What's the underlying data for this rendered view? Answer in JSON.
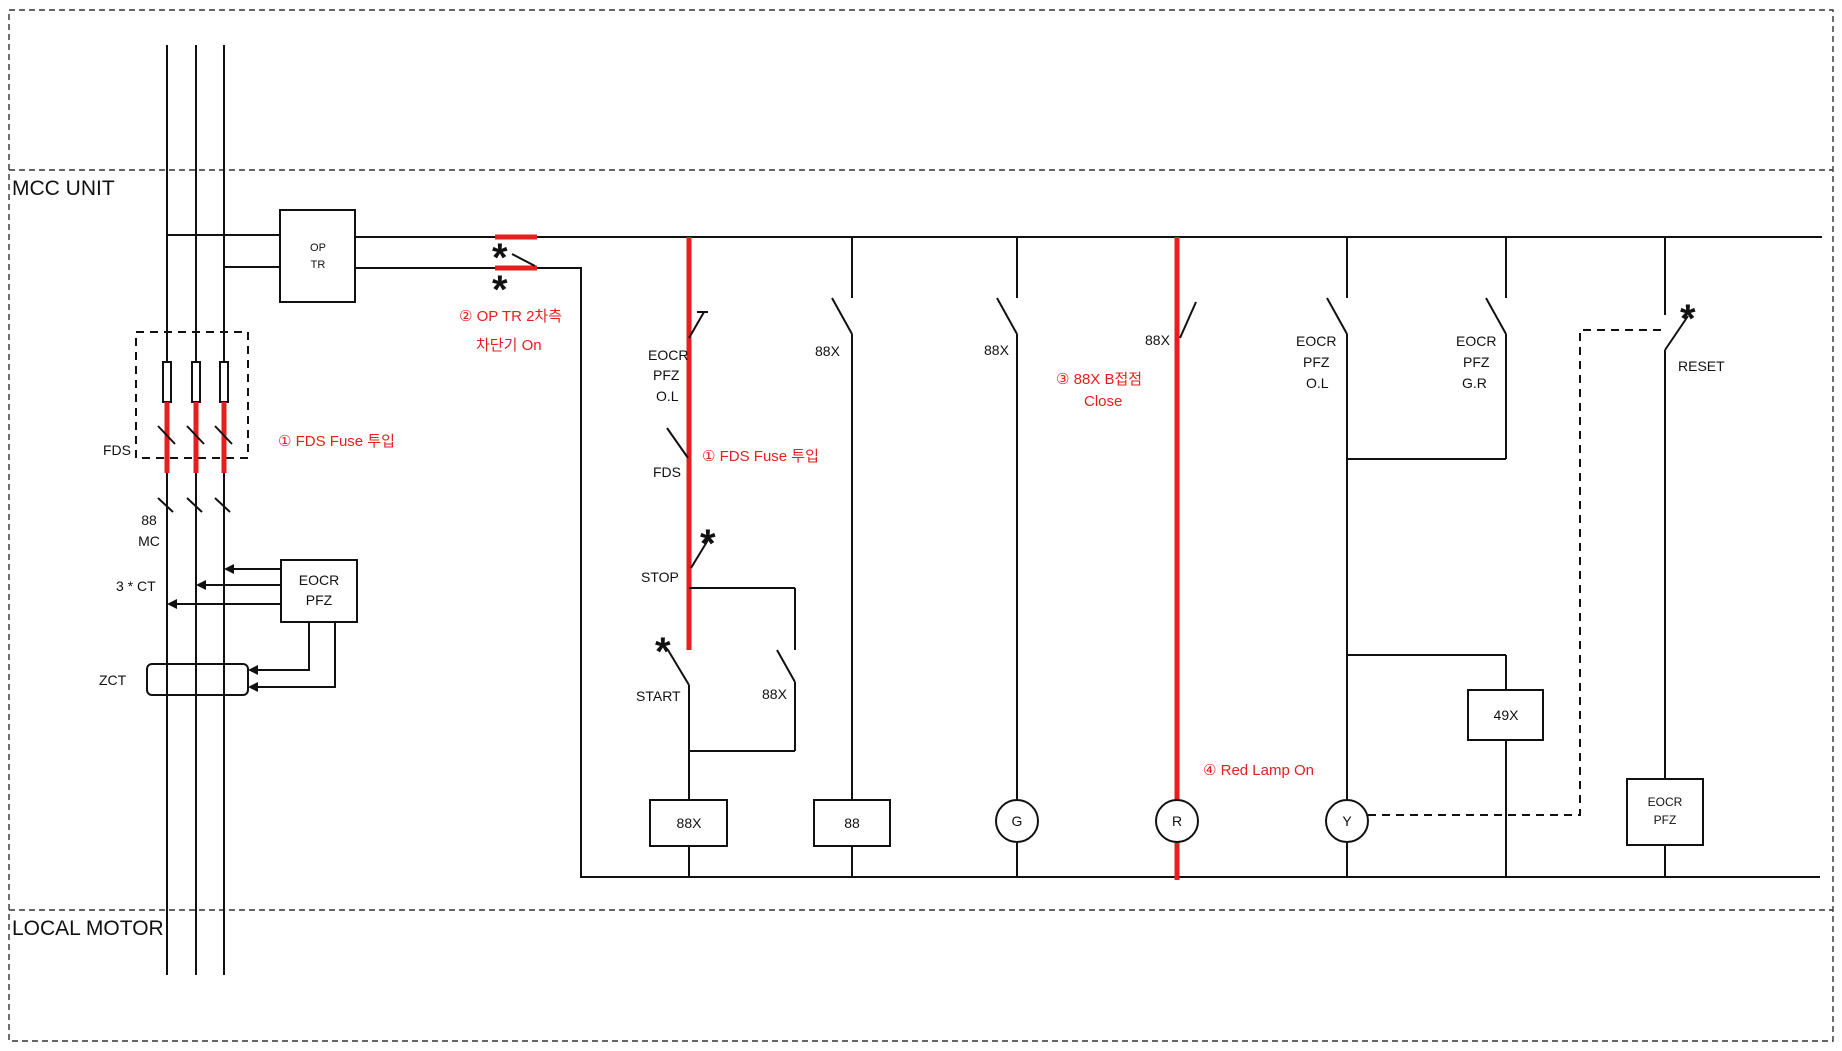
{
  "zones": {
    "mcc_unit": "MCC UNIT",
    "local_motor": "LOCAL MOTOR"
  },
  "power": {
    "op_tr": [
      "OP",
      "TR"
    ],
    "fds": "FDS",
    "mc": [
      "88",
      "MC"
    ],
    "ct": "3 * CT",
    "eocr": [
      "EOCR",
      "PFZ"
    ],
    "zct": "ZCT"
  },
  "control": {
    "star": "*",
    "branch1": {
      "eocr_ol": [
        "EOCR",
        "PFZ",
        "O.L"
      ],
      "fds": "FDS",
      "stop": "STOP",
      "start": "START",
      "self_hold": "88X",
      "coil": "88X"
    },
    "branch2": {
      "contact": "88X",
      "coil": "88"
    },
    "branch3": {
      "contact": "88X",
      "lamp": "G"
    },
    "branch4": {
      "contact": "88X",
      "lamp": "R"
    },
    "branch5": {
      "contact": [
        "EOCR",
        "PFZ",
        "O.L"
      ],
      "lamp": "Y"
    },
    "branch6": {
      "contact": [
        "EOCR",
        "PFZ",
        "G.R"
      ],
      "relay": "49X"
    },
    "branch7": {
      "contact": "RESET",
      "unit": [
        "EOCR",
        "PFZ"
      ]
    }
  },
  "annotations": {
    "step1_power": "① FDS Fuse 투입",
    "step1_control": "① FDS Fuse 투입",
    "step2": [
      "② OP TR 2차측",
      "차단기 On"
    ],
    "step3": [
      "③ 88X B접점",
      "Close"
    ],
    "step4": "④ Red Lamp On"
  },
  "colors": {
    "energized": "#e61e1e",
    "wire": "#111111"
  }
}
